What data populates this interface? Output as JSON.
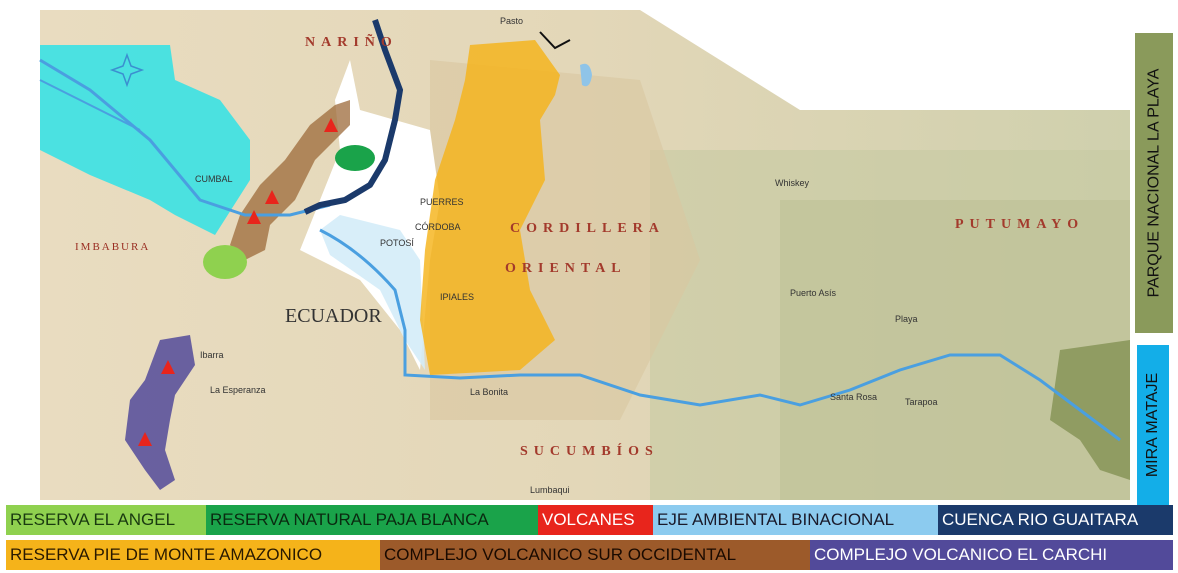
{
  "colors": {
    "reserva_el_angel": "#8fd14f",
    "reserva_paja_blanca": "#1aa34a",
    "volcanes": "#e8251c",
    "eje_ambiental": "#8ccbef",
    "cuenca_guaitara": "#1b3a6b",
    "pie_de_monte": "#f5b31a",
    "sur_occidental": "#9c5a2a",
    "el_carchi": "#524a9a",
    "la_playa": "#7a8a4a",
    "mira_mataje": "#13aee8"
  },
  "map": {
    "regions": {
      "narino": "NARIÑO",
      "putumayo": "PUTUMAYO",
      "cordillera": "CORDILLERA",
      "oriental": "ORIENTAL",
      "sucumbios": "SUCUMBÍOS",
      "imbabura": "IMBABURA",
      "ecuador": "ECUADOR"
    },
    "towns": {
      "pasto": "Pasto",
      "whiskey": "Whiskey",
      "puerto_asis": "Puerto Asís",
      "ibarra": "Ibarra",
      "ipiales": "IPIALES",
      "cordoba": "CÓRDOBA",
      "potosi": "POTOSÍ",
      "puerres": "PUERRES",
      "cumbal": "CUMBAL",
      "la_bonita": "La Bonita",
      "lumbaqui": "Lumbaqui",
      "la_esperanza": "La Esperanza",
      "playa": "Playa",
      "santa_rosa": "Santa Rosa",
      "tarapoa": "Tarapoa"
    }
  },
  "legend": {
    "row1": [
      {
        "label": "RESERVA EL ANGEL"
      },
      {
        "label": "RESERVA NATURAL PAJA BLANCA"
      },
      {
        "label": "VOLCANES"
      },
      {
        "label": "EJE AMBIENTAL BINACIONAL"
      },
      {
        "label": "CUENCA RIO GUAITARA"
      }
    ],
    "row2": [
      {
        "label": "RESERVA PIE DE MONTE AMAZONICO"
      },
      {
        "label": "COMPLEJO VOLCANICO SUR OCCIDENTAL"
      },
      {
        "label": "COMPLEJO VOLCANICO EL CARCHI"
      }
    ]
  },
  "side_labels": {
    "la_playa": "PARQUE NACIONAL LA PLAYA",
    "mira_mataje": "MIRA MATAJE"
  }
}
